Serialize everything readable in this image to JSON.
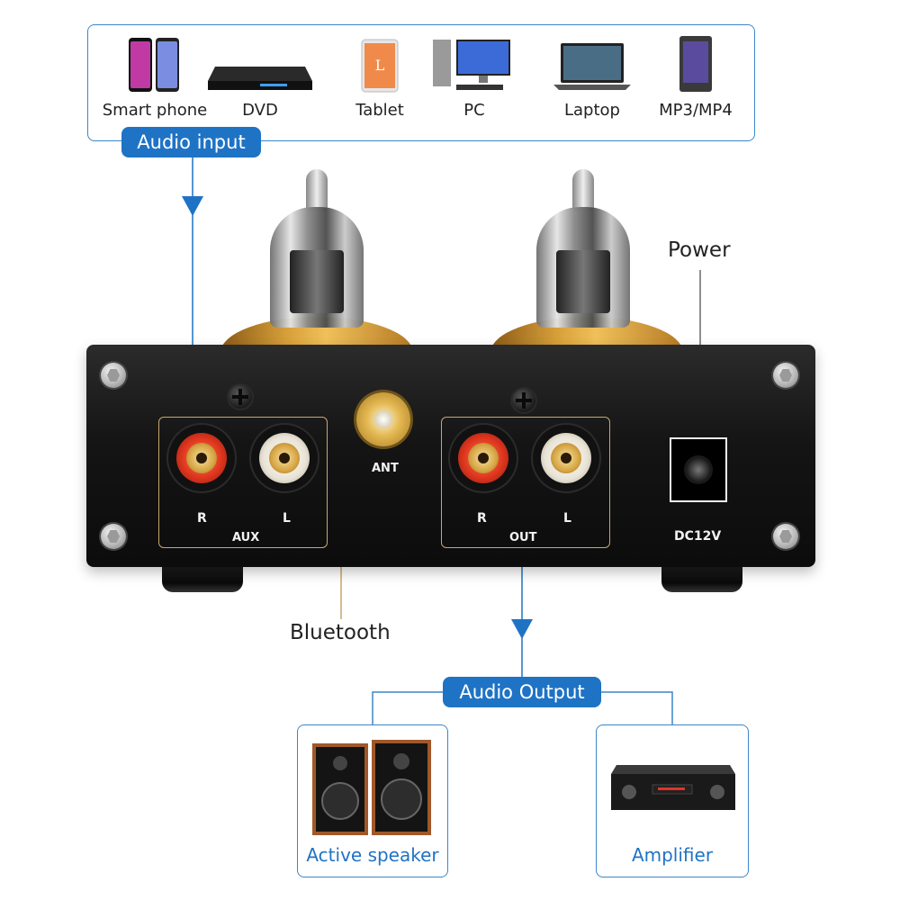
{
  "sources": {
    "items": [
      {
        "label": "Smart phone",
        "icon": "smartphone-icon"
      },
      {
        "label": "DVD",
        "icon": "dvd-player-icon"
      },
      {
        "label": "Tablet",
        "icon": "tablet-icon"
      },
      {
        "label": "PC",
        "icon": "desktop-pc-icon"
      },
      {
        "label": "Laptop",
        "icon": "laptop-icon"
      },
      {
        "label": "MP3/MP4",
        "icon": "mp3-player-icon"
      }
    ]
  },
  "labels": {
    "audio_input": "Audio input",
    "audio_output": "Audio Output",
    "power": "Power",
    "bluetooth": "Bluetooth"
  },
  "panel": {
    "aux_r": "R",
    "aux_l": "L",
    "aux": "AUX",
    "ant": "ANT",
    "out_r": "R",
    "out_l": "L",
    "out": "OUT",
    "dc": "DC12V"
  },
  "outputs": {
    "speaker": "Active speaker",
    "amplifier": "Amplifier"
  },
  "colors": {
    "accent": "#1f73c5",
    "frame": "#3d86c9",
    "gold_line": "#c9a66b"
  }
}
